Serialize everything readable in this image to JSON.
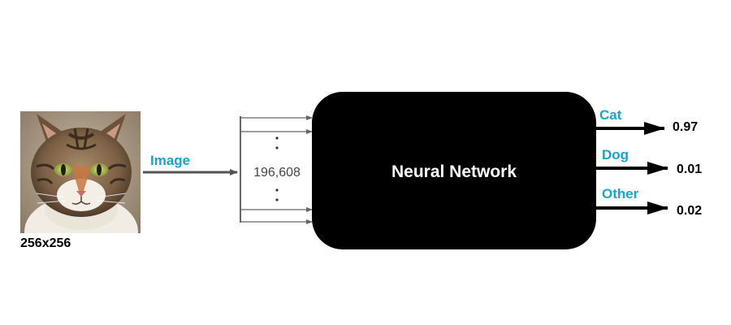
{
  "input": {
    "image_label": "Image",
    "size_label": "256x256",
    "count_label": "196,608"
  },
  "network": {
    "label": "Neural Network"
  },
  "outputs": [
    {
      "class": "Cat",
      "probability": "0.97"
    },
    {
      "class": "Dog",
      "probability": "0.01"
    },
    {
      "class": "Other",
      "probability": "0.02"
    }
  ],
  "colors": {
    "label_blue": "#1aa3c8",
    "network_fill": "#000000",
    "input_arrow": "#555555"
  }
}
